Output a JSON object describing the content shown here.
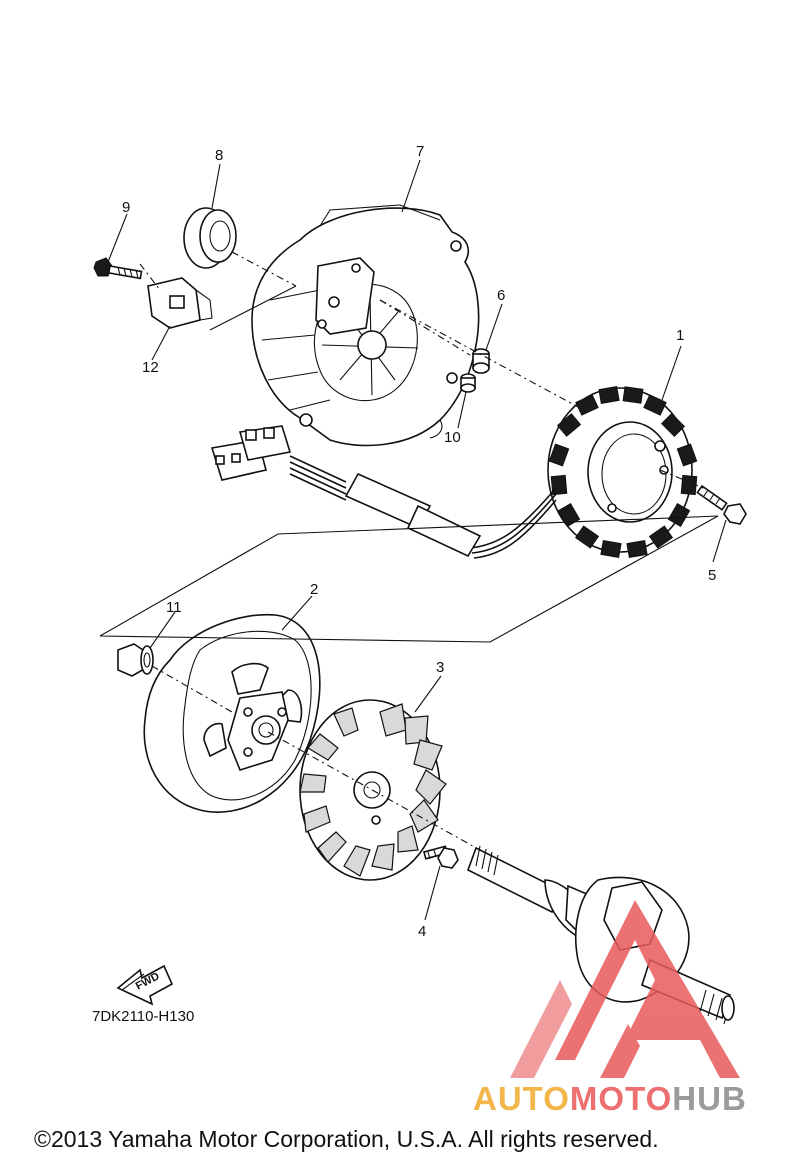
{
  "callouts": [
    {
      "id": "1",
      "label": "1"
    },
    {
      "id": "2",
      "label": "2"
    },
    {
      "id": "3",
      "label": "3"
    },
    {
      "id": "4",
      "label": "4"
    },
    {
      "id": "5",
      "label": "5"
    },
    {
      "id": "6",
      "label": "6"
    },
    {
      "id": "7",
      "label": "7"
    },
    {
      "id": "8",
      "label": "8"
    },
    {
      "id": "9",
      "label": "9"
    },
    {
      "id": "10",
      "label": "10"
    },
    {
      "id": "11",
      "label": "11"
    },
    {
      "id": "12",
      "label": "12"
    }
  ],
  "fwd_label": "FWD",
  "diagram_code": "7DK2110-H130",
  "watermark": {
    "brand_part1": "AUTO",
    "brand_part2": "MOTO",
    "brand_part3": "HUB",
    "colors": {
      "part1": "#f2b64a",
      "part2": "#ee6f6f",
      "part3": "#9b9b9b",
      "triangle": "#e85a5a"
    }
  },
  "copyright": "©2013 Yamaha Motor Corporation, U.S.A. All rights reserved."
}
